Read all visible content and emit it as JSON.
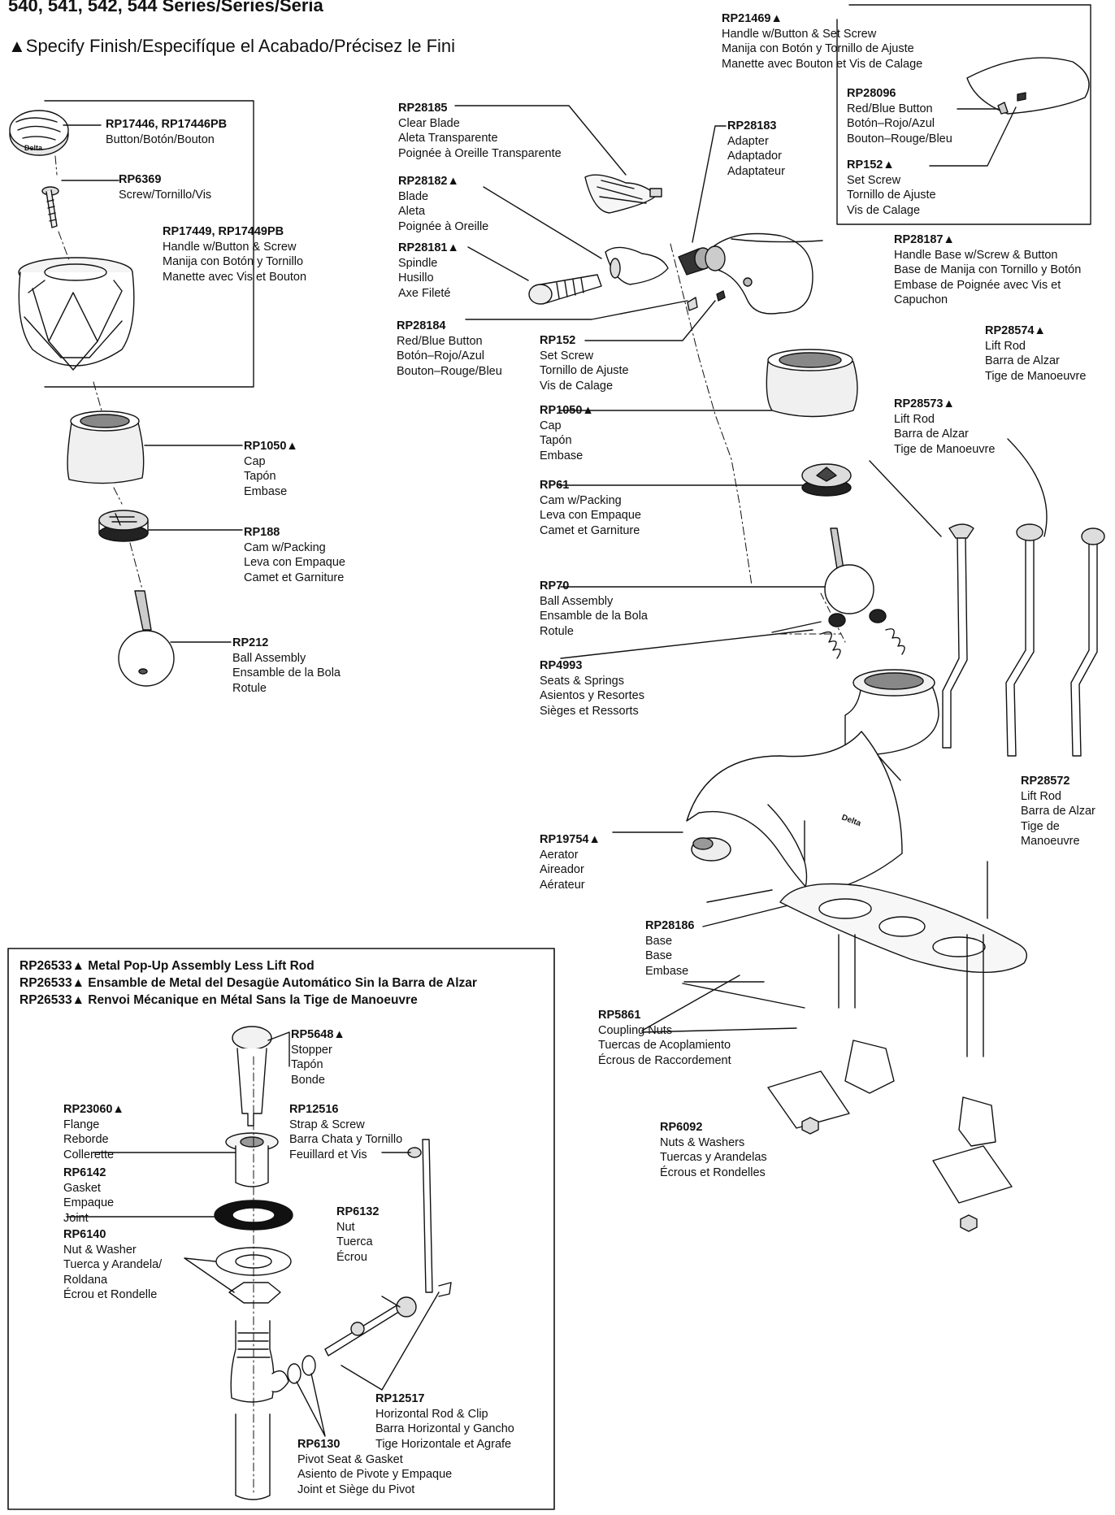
{
  "header": {
    "title": "540, 541, 542, 544 Series/Series/Seria",
    "finish_note": "▲Specify Finish/Especifíque el Acabado/Précisez le Fini"
  },
  "parts": {
    "rp17446": {
      "code": "RP17446, RP17446PB",
      "lines": [
        "Button/Botón/Bouton"
      ]
    },
    "rp6369": {
      "code": "RP6369",
      "lines": [
        "Screw/Tornillo/Vis"
      ]
    },
    "rp17449": {
      "code": "RP17449, RP17449PB",
      "lines": [
        "Handle w/Button & Screw",
        "Manija con Botón y Tornillo",
        "Manette avec Vis et Bouton"
      ]
    },
    "rp1050_left": {
      "code": "RP1050▲",
      "lines": [
        "Cap",
        "Tapón",
        "Embase"
      ]
    },
    "rp188": {
      "code": "RP188",
      "lines": [
        "Cam w/Packing",
        "Leva con Empaque",
        "Camet et Garniture"
      ]
    },
    "rp212": {
      "code": "RP212",
      "lines": [
        "Ball Assembly",
        "Ensamble de la Bola",
        "Rotule"
      ]
    },
    "rp28185": {
      "code": "RP28185",
      "lines": [
        "Clear Blade",
        "Aleta Transparente",
        "Poignée à Oreille Transparente"
      ]
    },
    "rp28182": {
      "code": "RP28182▲",
      "lines": [
        "Blade",
        "Aleta",
        "Poignée à Oreille"
      ]
    },
    "rp28181": {
      "code": "RP28181▲",
      "lines": [
        "Spindle",
        "Husillo",
        "Axe Fileté"
      ]
    },
    "rp28184": {
      "code": "RP28184",
      "lines": [
        "Red/Blue Button",
        "Botón–Rojo/Azul",
        "Bouton–Rouge/Bleu"
      ]
    },
    "rp28183": {
      "code": "RP28183",
      "lines": [
        "Adapter",
        "Adaptador",
        "Adaptateur"
      ]
    },
    "rp21469": {
      "code": "RP21469▲",
      "lines": [
        "Handle w/Button & Set Screw",
        "Manija con Botón y Tornillo de Ajuste",
        "Manette avec Bouton et Vis de Calage"
      ]
    },
    "rp28096": {
      "code": "RP28096",
      "lines": [
        "Red/Blue Button",
        "Botón–Rojo/Azul",
        "Bouton–Rouge/Bleu"
      ]
    },
    "rp152_top": {
      "code": "RP152▲",
      "lines": [
        "Set Screw",
        "Tornillo de Ajuste",
        "Vis de Calage"
      ]
    },
    "rp28187": {
      "code": "RP28187▲",
      "lines": [
        "Handle Base w/Screw & Button",
        "Base de Manija con Tornillo y Botón",
        "Embase de Poignée avec Vis et",
        "Capuchon"
      ]
    },
    "rp152_mid": {
      "code": "RP152",
      "lines": [
        "Set Screw",
        "Tornillo de Ajuste",
        "Vis de Calage"
      ]
    },
    "rp1050_mid": {
      "code": "RP1050▲",
      "lines": [
        "Cap",
        "Tapón",
        "Embase"
      ]
    },
    "rp61": {
      "code": "RP61",
      "lines": [
        "Cam w/Packing",
        "Leva con Empaque",
        "Camet et Garniture"
      ]
    },
    "rp70": {
      "code": "RP70",
      "lines": [
        "Ball Assembly",
        "Ensamble de la Bola",
        "Rotule"
      ]
    },
    "rp4993": {
      "code": "RP4993",
      "lines": [
        "Seats & Springs",
        "Asientos y Resortes",
        "Sièges et Ressorts"
      ]
    },
    "rp28574": {
      "code": "RP28574▲",
      "lines": [
        "Lift Rod",
        "Barra de Alzar",
        "Tige de Manoeuvre"
      ]
    },
    "rp28573": {
      "code": "RP28573▲",
      "lines": [
        "Lift Rod",
        "Barra de Alzar",
        "Tige de Manoeuvre"
      ]
    },
    "rp28572": {
      "code": "RP28572",
      "lines": [
        "Lift Rod",
        "Barra de Alzar",
        "Tige de",
        "Manoeuvre"
      ]
    },
    "rp19754": {
      "code": "RP19754▲",
      "lines": [
        "Aerator",
        "Aireador",
        "Aérateur"
      ]
    },
    "rp28186": {
      "code": "RP28186",
      "lines": [
        "Base",
        "Base",
        "Embase"
      ]
    },
    "rp5861": {
      "code": "RP5861",
      "lines": [
        "Coupling Nuts",
        "Tuercas de Acoplamiento",
        "Écrous de Raccordement"
      ]
    },
    "rp6092": {
      "code": "RP6092",
      "lines": [
        "Nuts & Washers",
        "Tuercas y Arandelas",
        "Écrous et Rondelles"
      ]
    },
    "rp5648": {
      "code": "RP5648▲",
      "lines": [
        "Stopper",
        "Tapón",
        "Bonde"
      ]
    },
    "rp23060": {
      "code": "RP23060▲",
      "lines": [
        "Flange",
        "Reborde",
        "Collerette"
      ]
    },
    "rp12516": {
      "code": "RP12516",
      "lines": [
        "Strap & Screw",
        "Barra Chata y Tornillo",
        "Feuillard et Vis"
      ]
    },
    "rp6142": {
      "code": "RP6142",
      "lines": [
        "Gasket",
        "Empaque",
        "Joint"
      ]
    },
    "rp6132": {
      "code": "RP6132",
      "lines": [
        "Nut",
        "Tuerca",
        "Écrou"
      ]
    },
    "rp6140": {
      "code": "RP6140",
      "lines": [
        "Nut & Washer",
        "Tuerca y Arandela/",
        "Roldana",
        "Écrou et Rondelle"
      ]
    },
    "rp12517": {
      "code": "RP12517",
      "lines": [
        "Horizontal Rod & Clip",
        "Barra Horizontal y Gancho",
        "Tige Horizontale et Agrafe"
      ]
    },
    "rp6130": {
      "code": "RP6130",
      "lines": [
        "Pivot Seat & Gasket",
        "Asiento de Pivote y Empaque",
        "Joint et Siège du Pivot"
      ]
    }
  },
  "popup_box": {
    "heading_lines": [
      "RP26533▲ Metal Pop-Up Assembly Less Lift Rod",
      "RP26533▲ Ensamble de Metal del Desagüe Automático Sin la Barra de Alzar",
      "RP26533▲ Renvoi Mécanique en Métal Sans la Tige de Manoeuvre"
    ]
  },
  "logos": {
    "faucet_brand": "Delta"
  }
}
